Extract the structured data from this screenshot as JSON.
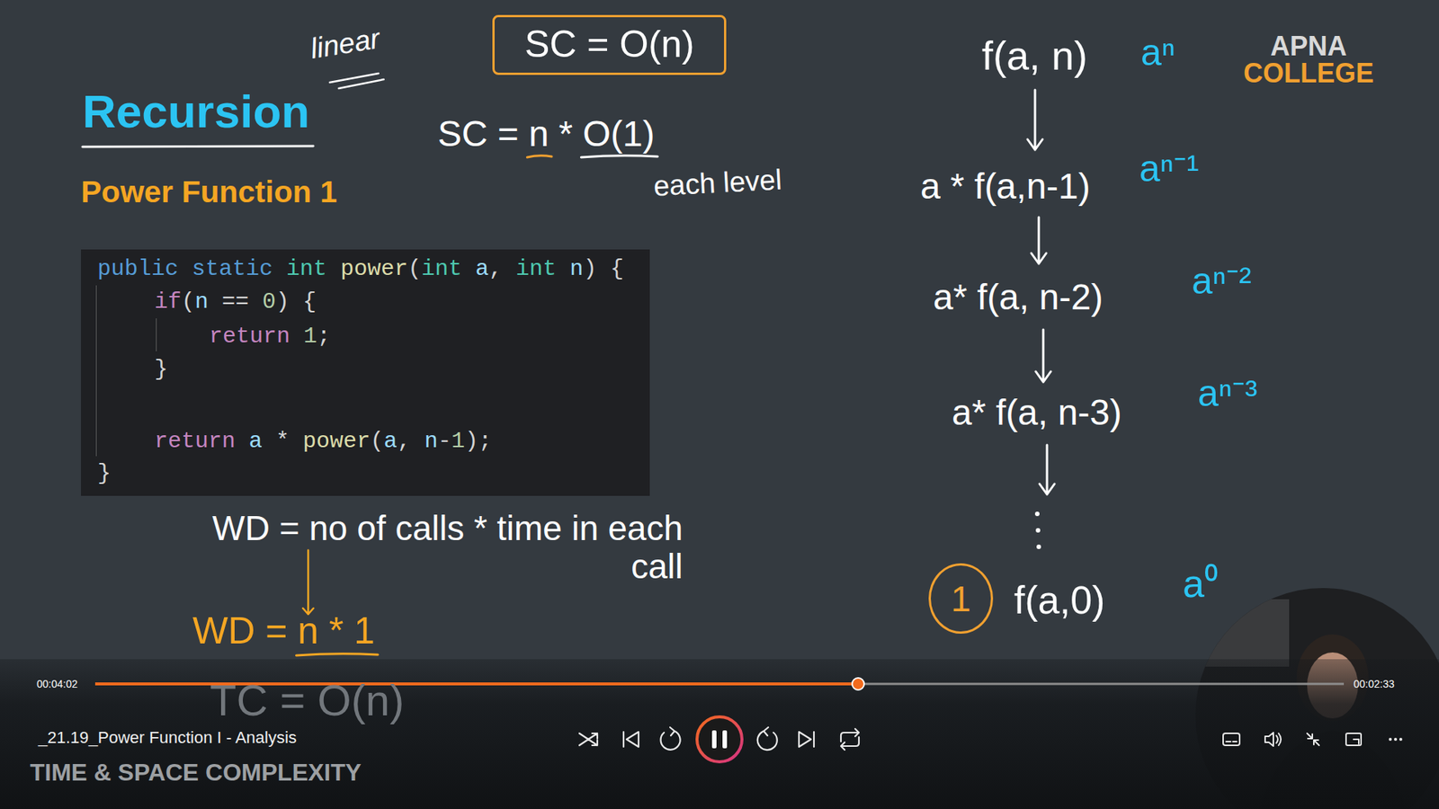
{
  "diagram": {
    "title": "Recursion",
    "nodes": [
      {
        "text": [
          "SC = O(n)"
        ]
      },
      {
        "text": [
          "public static int power(int a, int n) {",
          "if(n == 0) {",
          "return 1;",
          "}",
          "return a * power(a, n-1);",
          "}"
        ]
      },
      {
        "text": [
          "1"
        ]
      }
    ],
    "labels": [
      "linear",
      "SC = n * O(1)",
      "each level",
      "Power Function 1",
      "WD = no of calls * time in each call",
      "WD = n * 1",
      "TC = O(n)",
      "f(a, n)",
      "aⁿ",
      "a * f(a,n-1)",
      "aⁿ⁻¹",
      "a* f(a, n-2)",
      "aⁿ⁻²",
      "a* f(a, n-3)",
      "aⁿ⁻³",
      "f(a,0)",
      "a⁰",
      "APNA",
      "COLLEGE",
      "00:04:02",
      "00:02:33",
      "_21.19_Power Function I - Analysis",
      "TIME & SPACE COMPLEXITY"
    ]
  }
}
